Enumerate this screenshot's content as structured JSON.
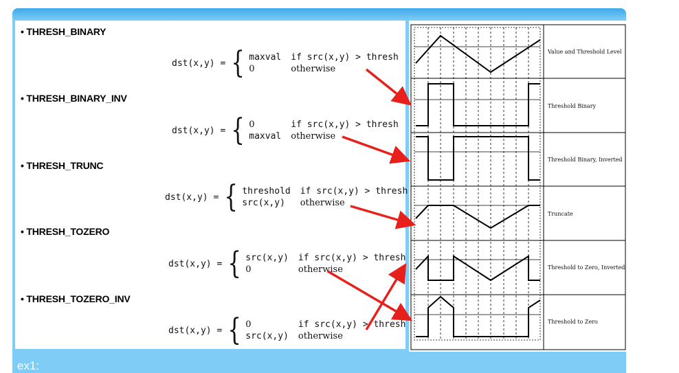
{
  "caption": "ex1:",
  "sections": [
    {
      "name": "• THRESH_BINARY",
      "lhs": "dst(x,y) =",
      "row1_val": "maxval",
      "row1_cond": "if src(x,y) > thresh",
      "row2_val": "0",
      "row2_cond": "otherwise"
    },
    {
      "name": "• THRESH_BINARY_INV",
      "lhs": "dst(x,y) =",
      "row1_val": "0",
      "row1_cond": "if src(x,y) > thresh",
      "row2_val": "maxval",
      "row2_cond": "otherwise"
    },
    {
      "name": "• THRESH_TRUNC",
      "lhs": "dst(x,y) =",
      "row1_val": "threshold",
      "row1_cond": "if src(x,y) > thresh",
      "row2_val": "src(x,y)",
      "row2_cond": "otherwise"
    },
    {
      "name": "• THRESH_TOZERO",
      "lhs": "dst(x,y) =",
      "row1_val": "src(x,y)",
      "row1_cond": "if src(x,y) > thresh",
      "row2_val": "0",
      "row2_cond": "otherwise"
    },
    {
      "name": "• THRESH_TOZERO_INV",
      "lhs": "dst(x,y) =",
      "row1_val": "0",
      "row1_cond": "if src(x,y) > thresh",
      "row2_val": "src(x,y)",
      "row2_cond": "otherwise"
    }
  ],
  "panel_labels": [
    "Value and Threshold Level",
    "Threshold Binary",
    "Threshold Binary, Inverted",
    "Truncate",
    "Threshold to Zero, Inverted",
    "Threshold to Zero"
  ],
  "colors": {
    "frame": "#7fcdf6",
    "arrow": "#e8201c",
    "ink": "#000000"
  }
}
